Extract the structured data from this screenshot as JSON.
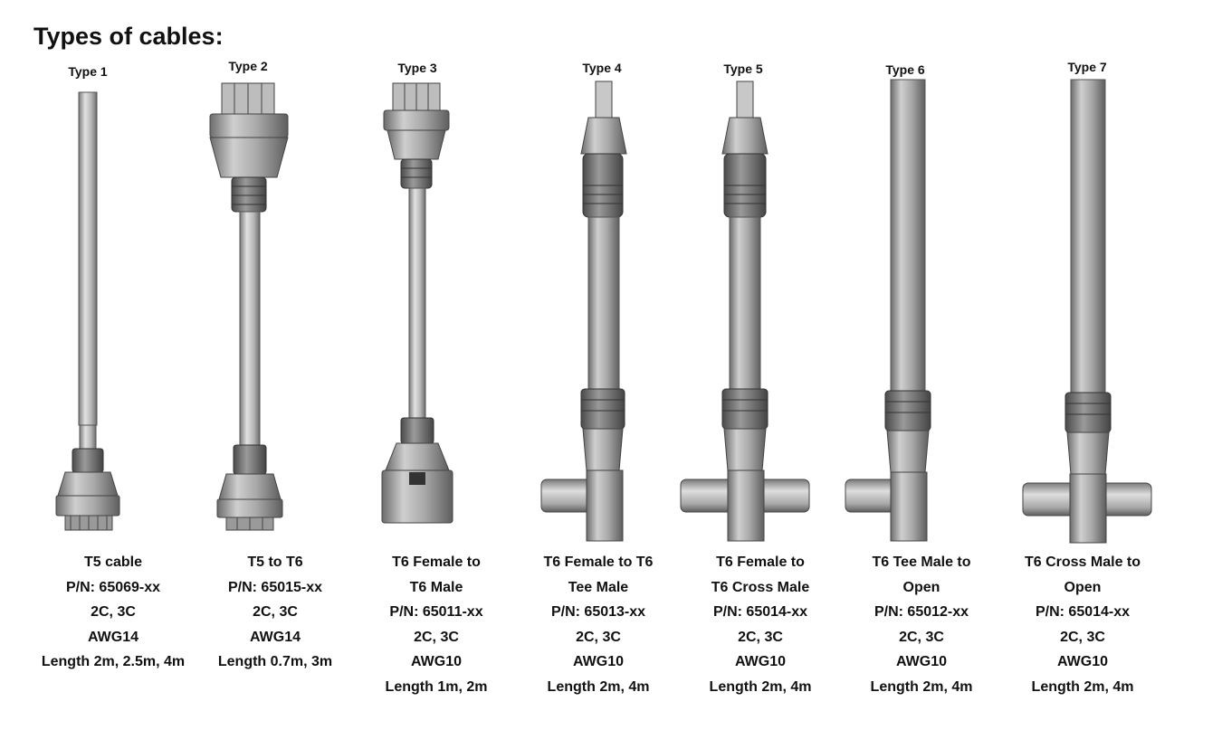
{
  "page": {
    "title": "Types of cables:"
  },
  "cables": [
    {
      "type_label": "Type 1",
      "lines": [
        "T5 cable",
        "P/N: 65069-xx",
        "2C, 3C",
        "AWG14",
        "Length 2m, 2.5m, 4m"
      ]
    },
    {
      "type_label": "Type 2",
      "lines": [
        "T5 to T6",
        "P/N: 65015-xx",
        "2C, 3C",
        "AWG14",
        "Length 0.7m, 3m"
      ]
    },
    {
      "type_label": "Type 3",
      "lines": [
        "T6 Female to",
        "T6 Male",
        "P/N: 65011-xx",
        "2C, 3C",
        "AWG10",
        "Length 1m, 2m"
      ]
    },
    {
      "type_label": "Type 4",
      "lines": [
        "T6 Female to T6",
        "Tee Male",
        "P/N: 65013-xx",
        "2C, 3C",
        "AWG10",
        "Length 2m, 4m"
      ]
    },
    {
      "type_label": "Type 5",
      "lines": [
        "T6 Female to",
        "T6 Cross Male",
        "P/N: 65014-xx",
        "2C, 3C",
        "AWG10",
        "Length 2m, 4m"
      ]
    },
    {
      "type_label": "Type 6",
      "lines": [
        "T6 Tee Male to",
        "Open",
        "P/N: 65012-xx",
        "2C, 3C",
        "AWG10",
        "Length 2m, 4m"
      ]
    },
    {
      "type_label": "Type 7",
      "lines": [
        "T6 Cross Male to",
        "Open",
        "P/N: 65014-xx",
        "2C, 3C",
        "AWG10",
        "Length 2m, 4m"
      ]
    }
  ]
}
